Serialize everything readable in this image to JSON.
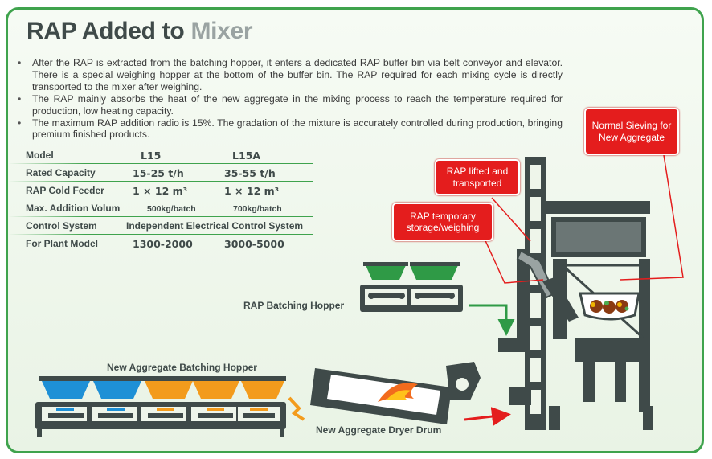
{
  "title": {
    "main": "RAP Added to ",
    "highlight": "Mixer"
  },
  "bullets": [
    "After the RAP is extracted from the batching hopper, it enters a dedicated RAP buffer bin via belt conveyor and elevator. There is a special weighing hopper at the bottom of the buffer bin. The RAP required for each mixing cycle is directly transported to the mixer after weighing.",
    "The RAP mainly absorbs the heat of the new aggregate in the mixing process to reach the temperature required for production, low heating capacity.",
    "The maximum RAP addition radio is 15%. The gradation of the mixture is accurately controlled during production, bringing premium finished products."
  ],
  "spec_table": {
    "rows": [
      {
        "label": "Model",
        "col1": "L15",
        "col2": "L15A"
      },
      {
        "label": "Rated Capacity",
        "col1": "15-25 t/h",
        "col2": "35-55 t/h"
      },
      {
        "label": "RAP Cold Feeder",
        "col1": "1 × 12 m³",
        "col2": "1 × 12 m³"
      },
      {
        "label": "Max. Addition Volum",
        "col1": "500kg/batch",
        "col2": "700kg/batch"
      },
      {
        "label": "Control System",
        "span": "Independent Electrical Control System"
      },
      {
        "label": "For Plant Model",
        "col1": "1300-2000",
        "col2": "3000-5000"
      }
    ]
  },
  "labels": {
    "rap_hopper": "RAP Batching Hopper",
    "new_hopper": "New Aggregate Batching Hopper",
    "dryer": "New Aggregate Dryer Drum"
  },
  "callouts": {
    "sieving": "Normal Sieving for New Aggregate",
    "lifted": "RAP lifted and transported",
    "storage": "RAP temporary storage/weighing"
  },
  "colors": {
    "frame_green": "#3fa34d",
    "machine_gray": "#3f4a49",
    "hopper_green": "#2f9a46",
    "hopper_blue": "#1e90d6",
    "hopper_orange": "#f39b1c",
    "callout_red": "#e41d1d",
    "flame": "#f26b1d"
  }
}
